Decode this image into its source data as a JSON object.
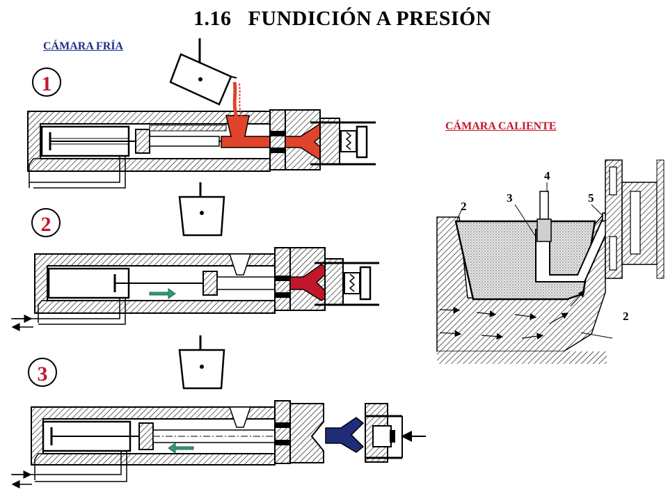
{
  "title": "1.16   FUNDICIÓN A PRESIÓN",
  "subtitles": {
    "cold": "CÁMARA FRÍA",
    "hot": "CÁMARA CALIENTE"
  },
  "steps": [
    "1",
    "2",
    "3"
  ],
  "hot_chamber_callouts": [
    "2",
    "3",
    "4",
    "5",
    "2"
  ],
  "colors": {
    "molten_metal": "#e0442a",
    "solidified_part": "#1f2d78",
    "flow_arrow": "#2f9a75",
    "cold_label": "#1c2f8a",
    "hot_label": "#c0182a",
    "step_circle": "#c0182a"
  }
}
